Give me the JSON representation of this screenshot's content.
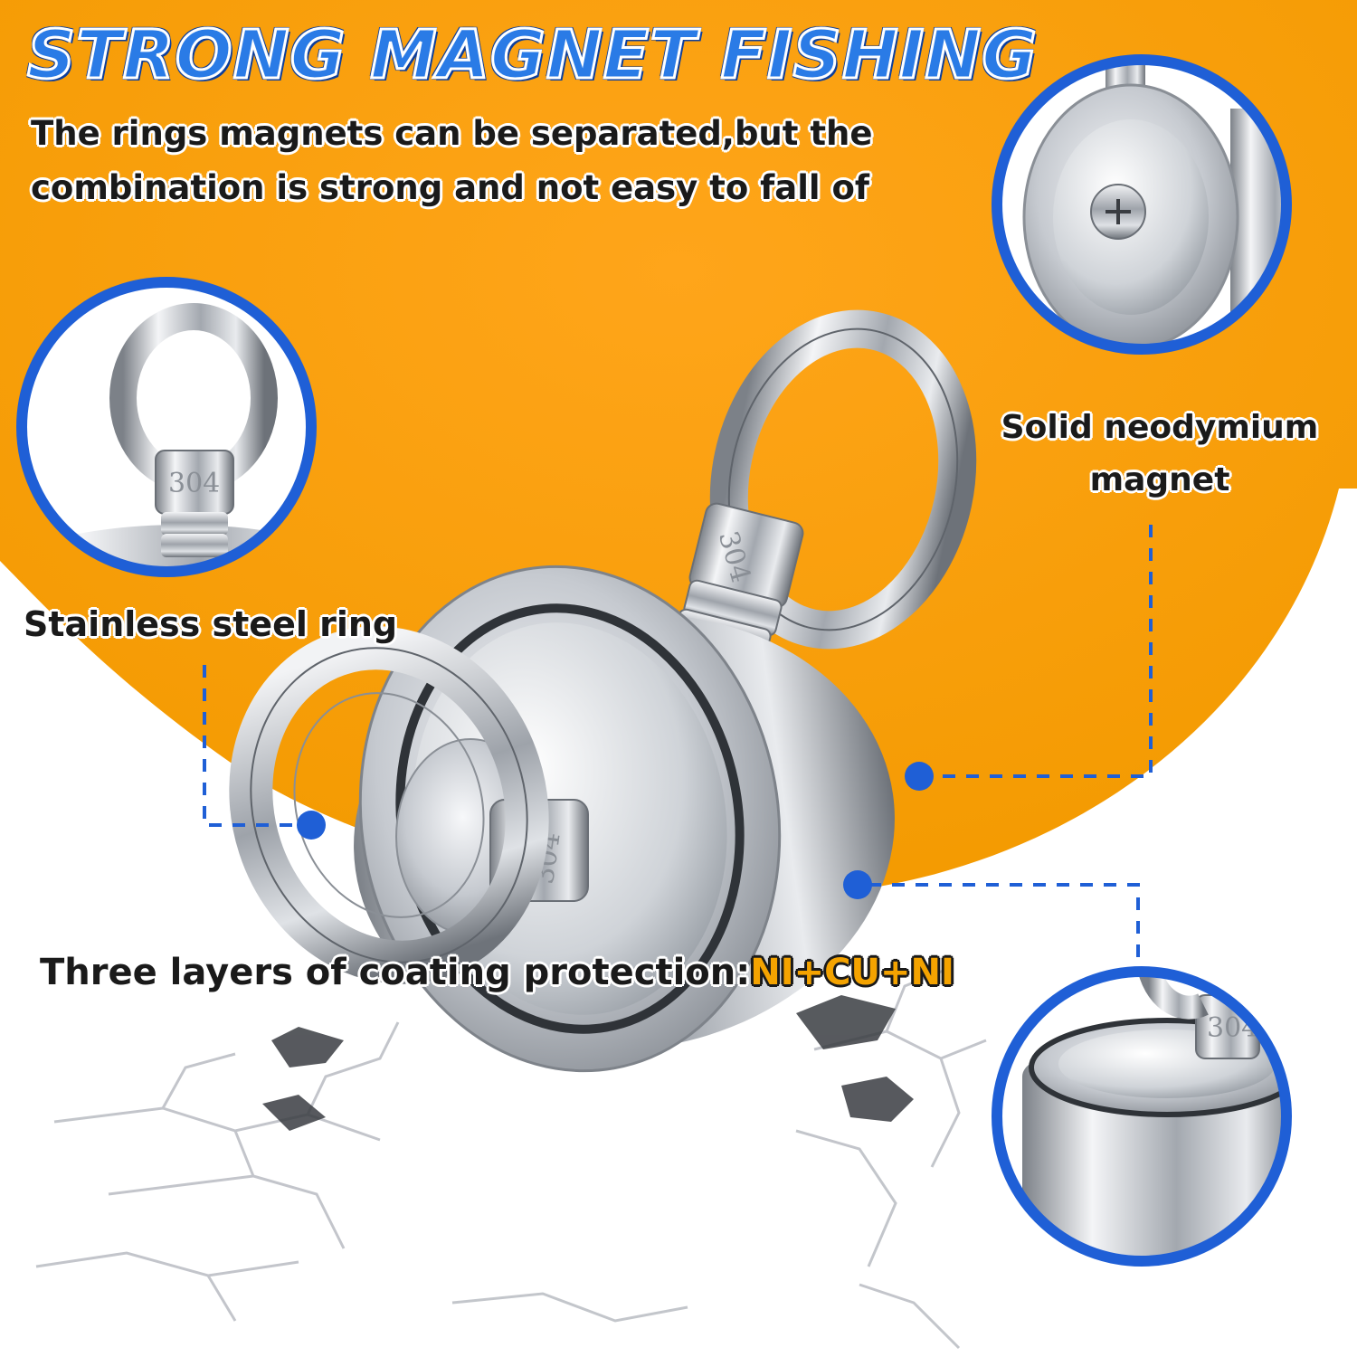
{
  "title": "STRONG MAGNET FISHING",
  "subtitle": {
    "line1": "The rings magnets can be separated,but the",
    "line2": "combination is strong and not easy to fall of"
  },
  "callouts": {
    "ring_label": "Stainless steel ring",
    "magnet_label_line1": "Solid neodymium",
    "magnet_label_line2": "magnet"
  },
  "coating": {
    "prefix": "Three layers of coating protection:",
    "highlight": "NI+CU+NI"
  },
  "stamp": "304",
  "colors": {
    "accent_orange": "#f4a300",
    "accent_blue": "#1f5fd6",
    "title_blue": "#2a7be6"
  }
}
